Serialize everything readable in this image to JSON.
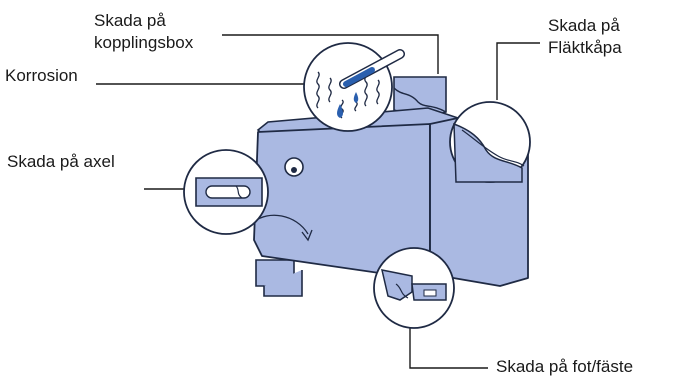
{
  "labels": {
    "koppling": {
      "line1": "Skada på",
      "line2": "kopplingsbox"
    },
    "flakt": {
      "line1": "Skada på",
      "line2": "Fläktkåpa"
    },
    "korrosion": "Korrosion",
    "axel": "Skada på axel",
    "fot": "Skada på fot/fäste"
  },
  "colors": {
    "motor_fill": "#aab9e2",
    "outline": "#1f2a44",
    "water_drop": "#2a5fae",
    "leader_line": "#1a1a1a",
    "circle_fill": "#ffffff"
  }
}
